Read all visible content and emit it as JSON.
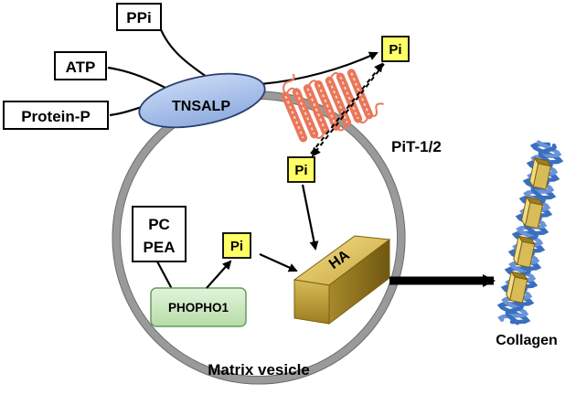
{
  "substrates": {
    "ppi": "PPi",
    "atp": "ATP",
    "protein_p": "Protein-P"
  },
  "enzymes": {
    "tnsalp": "TNSALP",
    "phospho1": "PHOPHO1"
  },
  "phosphate": {
    "outer": "Pi",
    "transported": "Pi",
    "internal": "Pi"
  },
  "transporter": "PiT-1/2",
  "vesicle_substrates": {
    "pc": "PC",
    "pea": "PEA"
  },
  "crystal": "HA",
  "vesicle": "Matrix vesicle",
  "collagen": "Collagen",
  "colors": {
    "tnsalp_fill": "#a8c0e8",
    "phospho1_fill": "#c6e8c0",
    "pi_fill": "#ffff66",
    "transporter": "#e8775a",
    "vesicle_ring": "#9a9a9a",
    "crystal_gold": "#c8a840",
    "collagen_blue": "#3a6fc0"
  }
}
